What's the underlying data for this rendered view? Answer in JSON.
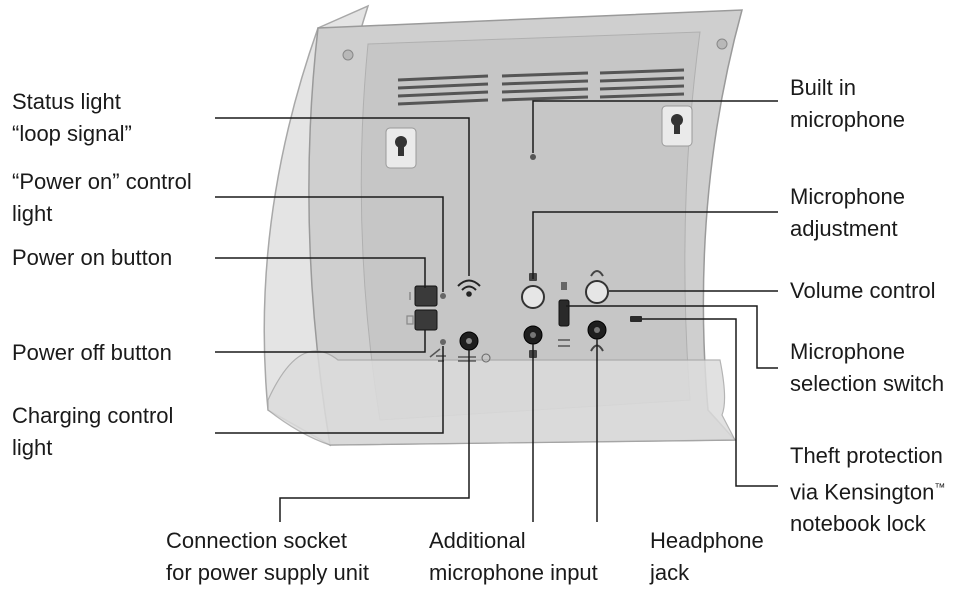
{
  "labels": {
    "status_light": [
      "Status light",
      "“loop signal”"
    ],
    "power_on_light": [
      "“Power on” control",
      "light"
    ],
    "power_on_button": [
      "Power on button"
    ],
    "power_off_button": [
      "Power off button"
    ],
    "charging_light": [
      "Charging control",
      "light"
    ],
    "power_socket": [
      "Connection socket",
      "for power supply unit"
    ],
    "additional_mic": [
      "Additional",
      "microphone input"
    ],
    "headphone_jack": [
      "Headphone",
      "jack"
    ],
    "built_in_mic": [
      "Built in",
      "microphone"
    ],
    "mic_adjustment": [
      "Microphone",
      "adjustment"
    ],
    "volume_control": [
      "Volume control"
    ],
    "mic_switch": [
      "Microphone",
      "selection switch"
    ],
    "theft_protection": [
      "Theft protection",
      "via Kensington",
      "notebook lock"
    ],
    "trademark": "™"
  },
  "colors": {
    "text": "#1a1a1a",
    "leader_line": "#1a1a1a",
    "device_body": "#d8d8d8",
    "device_panel": "#c4c4c4",
    "device_edge": "#9a9a9a"
  }
}
